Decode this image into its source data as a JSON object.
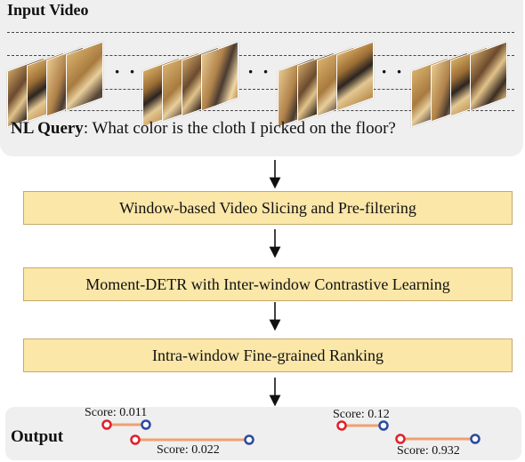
{
  "input_panel": {
    "title": "Input Video",
    "ellipsis": "· · · · · ·",
    "query_label": "NL Query",
    "query_text": ": What color is the cloth I picked on the floor?"
  },
  "pipeline": {
    "steps": [
      "Window-based Video Slicing and Pre-filtering",
      "Moment-DETR with Inter-window Contrastive Learning",
      "Intra-window Fine-grained Ranking"
    ]
  },
  "output_panel": {
    "title": "Output",
    "scores": [
      "Score: 0.011",
      "Score: 0.022",
      "Score: 0.12",
      "Score: 0.932"
    ]
  },
  "colors": {
    "box_fill": "#fbe7a8",
    "segment_line": "#f0a070",
    "start_marker": "#e0202a",
    "end_marker": "#2a4aa0"
  }
}
